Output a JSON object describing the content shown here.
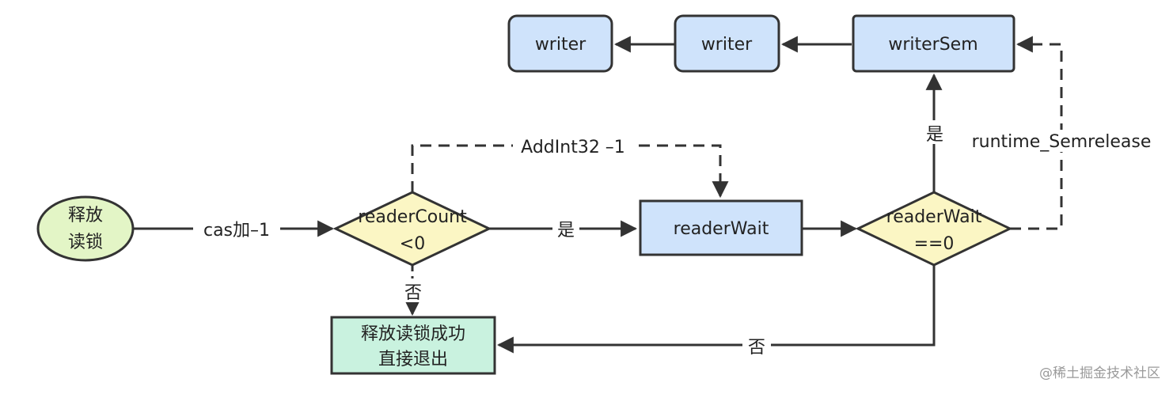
{
  "nodes": {
    "release_read_lock": {
      "line1": "释放",
      "line2": "读锁"
    },
    "reader_count_check": {
      "line1": "readerCount",
      "line2": "<0"
    },
    "reader_wait": {
      "label": "readerWait"
    },
    "reader_wait_check": {
      "line1": "readerWait",
      "line2": "==0"
    },
    "writer_sem": {
      "label": "writerSem"
    },
    "writer_2": {
      "label": "writer"
    },
    "writer_1": {
      "label": "writer"
    },
    "release_success": {
      "line1": "释放读锁成功",
      "line2": "直接退出"
    }
  },
  "edges": {
    "cas_decrement": "cas加–1",
    "yes_to_reader_wait": "是",
    "add_int32": "AddInt32 –1",
    "no_to_success": "否",
    "yes_to_writer_sem": "是",
    "runtime_semrelease": "runtime_Semrelease",
    "no_from_wait_check": "否"
  },
  "watermark": "@稀土掘金技术社区",
  "colors": {
    "process_fill": "#cfe3fb",
    "decision_fill": "#fbf6c4",
    "start_fill": "#e3f5c6",
    "end_fill": "#c9f2df",
    "stroke": "#333333"
  }
}
